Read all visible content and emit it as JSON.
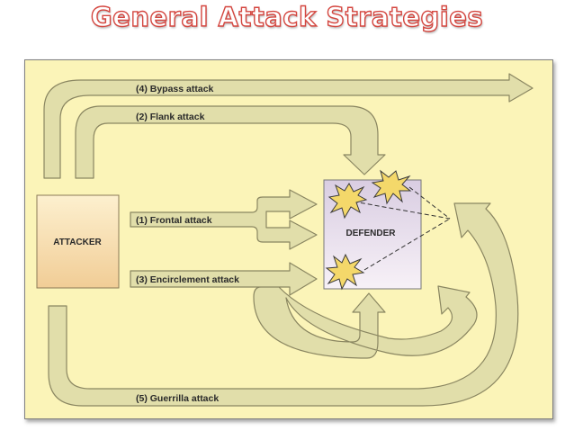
{
  "title": "General Attack Strategies",
  "nodes": {
    "attacker": "ATTACKER",
    "defender": "DEFENDER"
  },
  "strategies": {
    "bypass": "(4) Bypass attack",
    "flank": "(2) Flank attack",
    "frontal": "(1) Frontal attack",
    "encirclement": "(3) Encirclement attack",
    "guerrilla": "(5) Guerrilla attack"
  },
  "colors": {
    "background": "#fbf4b8",
    "arrow_fill": "#e1deaa",
    "title_outline": "#d4463f",
    "burst": "#f4d86a"
  }
}
